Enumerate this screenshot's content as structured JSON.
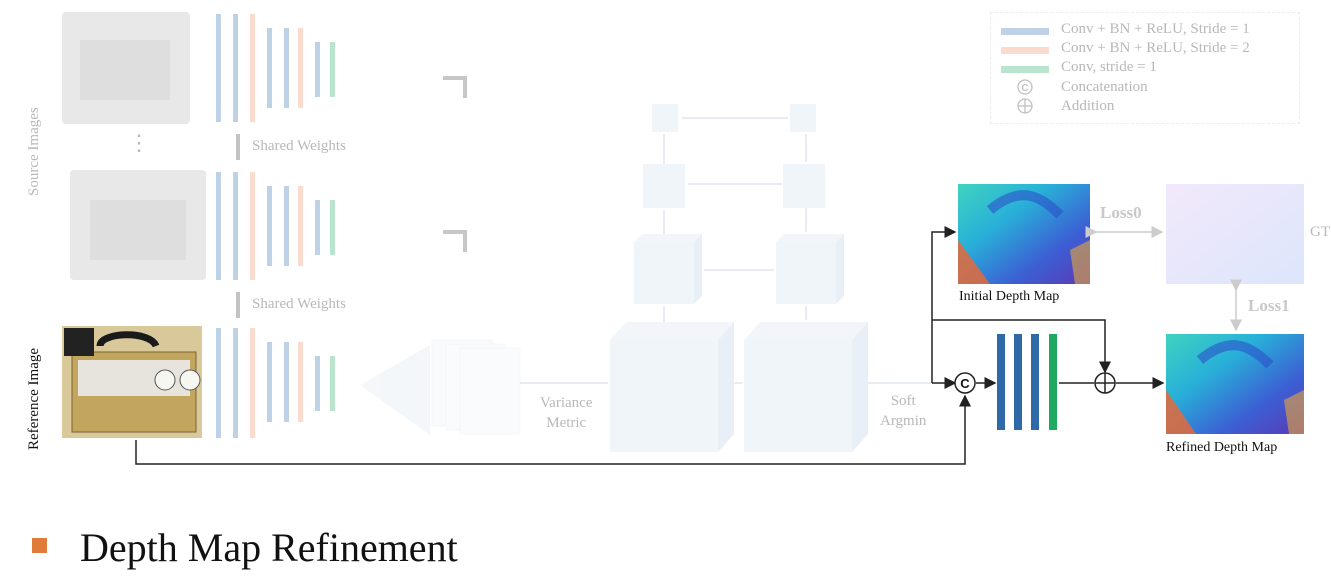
{
  "labels": {
    "source_images": "Source Images",
    "reference_image": "Reference Image",
    "shared_weights_1": "Shared Weights",
    "shared_weights_2": "Shared Weights",
    "variance_metric": "Variance\nMetric",
    "soft_argmin": "Soft\nArgmin",
    "initial_depth_map": "Initial Depth Map",
    "refined_depth_map": "Refined Depth Map",
    "loss0": "Loss0",
    "loss1": "Loss1",
    "gt": "GT",
    "dots": "⋮"
  },
  "legend": [
    {
      "label": "Conv + BN + ReLU, Stride = 1",
      "color": "#2f6aa8",
      "symbol": "bar"
    },
    {
      "label": "Conv + BN + ReLU, Stride = 2",
      "color": "#f08a5d",
      "symbol": "bar"
    },
    {
      "label": "Conv, stride = 1",
      "color": "#1fa860",
      "symbol": "bar"
    },
    {
      "label": "Concatenation",
      "color": "#111111",
      "symbol": "circle-c"
    },
    {
      "label": "Addition",
      "color": "#111111",
      "symbol": "circle-plus"
    }
  ],
  "bullet": {
    "text": "Depth Map Refinement",
    "color": "#e07b39"
  },
  "colors": {
    "blue": "#2f6aa8",
    "orange": "#f08a5d",
    "green": "#1fa860",
    "faint_blue": "#bcd2ea",
    "cube": "#dbe7f4"
  }
}
